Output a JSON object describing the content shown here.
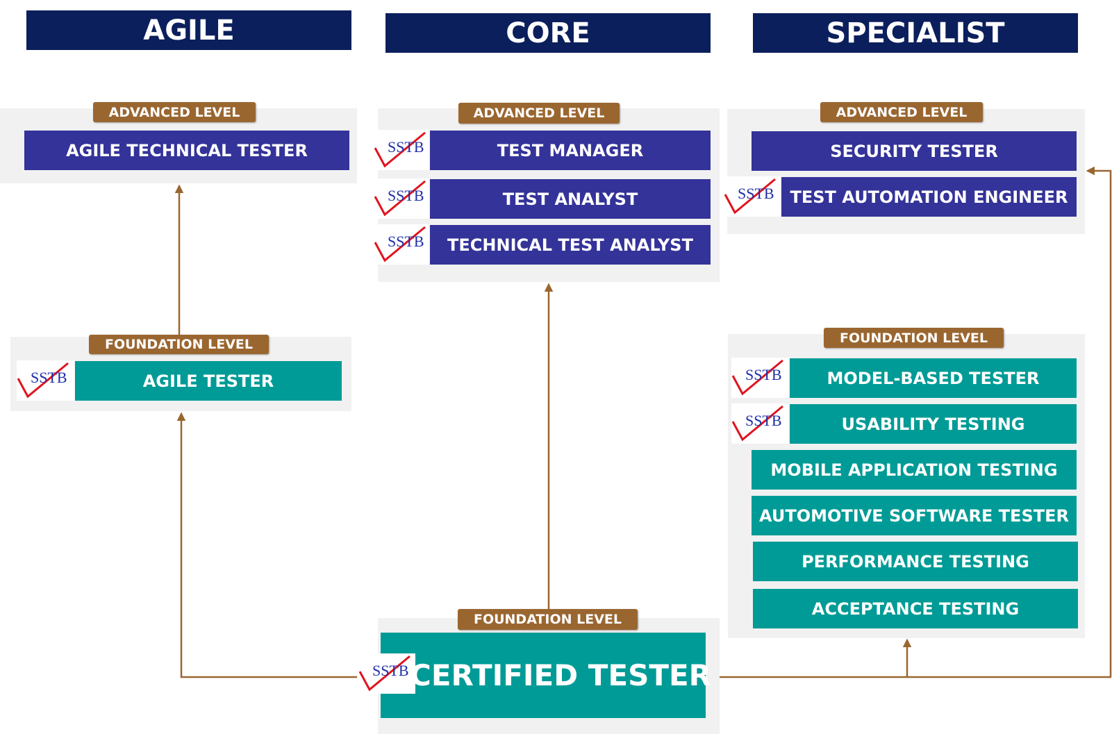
{
  "columns": {
    "agile": "AGILE",
    "core": "CORE",
    "specialist": "SPECIALIST"
  },
  "levels": {
    "advanced": "ADVANCED LEVEL",
    "foundation": "FOUNDATION LEVEL"
  },
  "logo_text": "SSTB",
  "agile": {
    "advanced": [
      "AGILE TECHNICAL TESTER"
    ],
    "foundation": [
      "AGILE TESTER"
    ]
  },
  "core": {
    "advanced": [
      "TEST MANAGER",
      "TEST ANALYST",
      "TECHNICAL TEST ANALYST"
    ],
    "foundation": [
      "CERTIFIED TESTER"
    ]
  },
  "specialist": {
    "advanced": [
      "SECURITY TESTER",
      "TEST AUTOMATION ENGINEER"
    ],
    "foundation": [
      "MODEL-BASED TESTER",
      "USABILITY TESTING",
      "MOBILE APPLICATION TESTING",
      "AUTOMOTIVE SOFTWARE TESTER",
      "PERFORMANCE TESTING",
      "ACCEPTANCE TESTING"
    ]
  },
  "colors": {
    "header": "#0b1f5c",
    "advanced_box": "#343399",
    "foundation_box": "#009b96",
    "level_tag": "#9a6630",
    "arrow": "#9a6630",
    "logo_text": "#1f2fa8",
    "logo_check": "#e0141e"
  }
}
